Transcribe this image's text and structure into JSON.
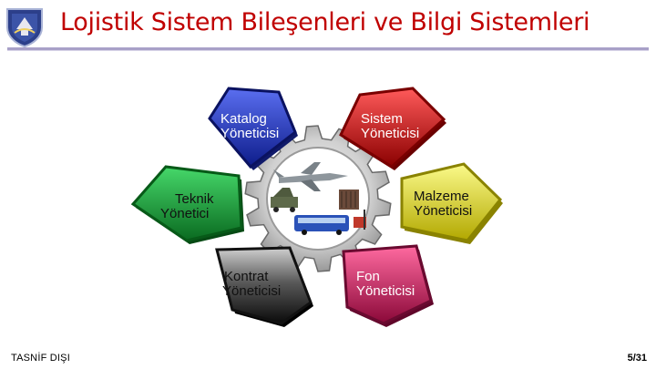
{
  "title": "Lojistik Sistem Bileşenleri ve Bilgi Sistemleri",
  "logo": {
    "icon": "institution-emblem-icon"
  },
  "colors": {
    "title": "#c00000",
    "rule": "#a8a0c8"
  },
  "components": [
    {
      "id": "katalog",
      "line1": "Katalog",
      "line2": "Yöneticisi",
      "color": "#2a3fd0"
    },
    {
      "id": "sistem",
      "line1": "Sistem",
      "line2": "Yöneticisi",
      "color": "#dd2222"
    },
    {
      "id": "teknik",
      "line1": "Teknik",
      "line2": "Yönetici",
      "color": "#1aa83a"
    },
    {
      "id": "malzeme",
      "line1": "Malzeme",
      "line2": "Yöneticisi",
      "color": "#ecea3a"
    },
    {
      "id": "kontrat",
      "line1": "Kontrat",
      "line2": "Yöneticisi",
      "color": "#303030"
    },
    {
      "id": "fon",
      "line1": "Fon",
      "line2": "Yöneticisi",
      "color": "#d41f6a"
    }
  ],
  "center": {
    "icon": "gear-with-logistics-icon"
  },
  "footer": {
    "classification": "TASNİF DIŞI",
    "page": "5/31"
  }
}
